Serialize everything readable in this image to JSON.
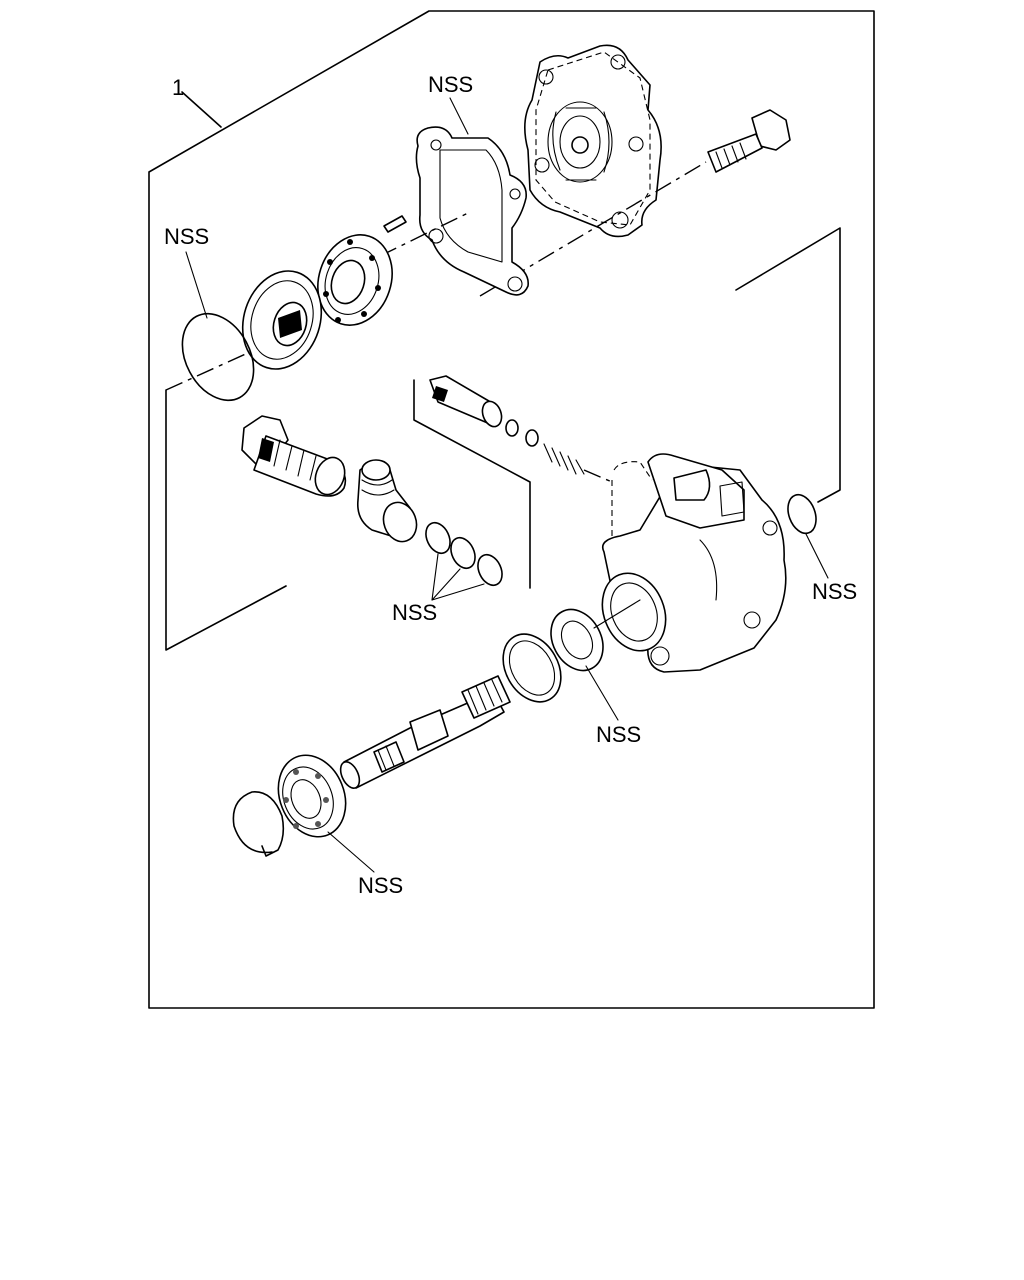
{
  "callouts": {
    "item_number": "1",
    "nss_top_gasket": "NSS",
    "nss_left_oring": "NSS",
    "nss_orings_group": "NSS",
    "nss_right_oring": "NSS",
    "nss_oil_seal": "NSS",
    "nss_bearing": "NSS"
  }
}
